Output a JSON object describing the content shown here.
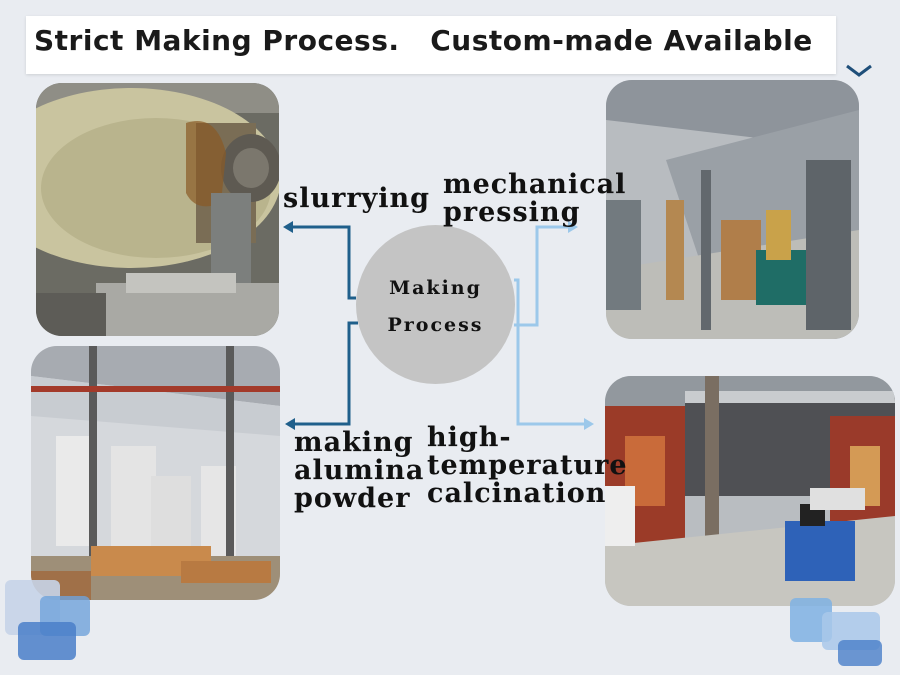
{
  "header": {
    "title": "Strict Making Process.   Custom-made Available"
  },
  "center": {
    "line1": "Making",
    "line2": "Process"
  },
  "steps": {
    "slurrying": "slurrying",
    "mechanical_line1": "mechanical",
    "mechanical_line2": "pressing",
    "alumina_line1": "making",
    "alumina_line2": "alumina",
    "alumina_line3": "powder",
    "calcination_line1": "high-",
    "calcination_line2": "temperature",
    "calcination_line3": "calcination"
  },
  "colors": {
    "dark_arrow": "#1f5f8b",
    "light_arrow": "#9cc8ea",
    "circle": "#c4c4c4",
    "deco_blue": "#4a7fc9"
  }
}
